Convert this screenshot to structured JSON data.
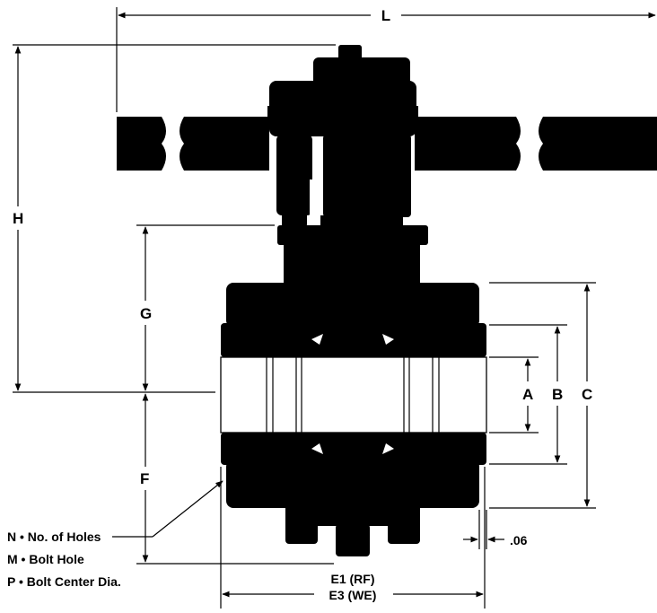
{
  "labels": {
    "L": "L",
    "H": "H",
    "G": "G",
    "F": "F",
    "A": "A",
    "B": "B",
    "C": "C",
    "clearance": ".06",
    "e1": "E1 (RF)",
    "e3": "E3 (WE)"
  },
  "notes": [
    "N • No. of Holes",
    "M • Bolt Hole",
    "P • Bolt Center Dia."
  ],
  "colors": {
    "ink": "#000000",
    "background": "#ffffff"
  }
}
